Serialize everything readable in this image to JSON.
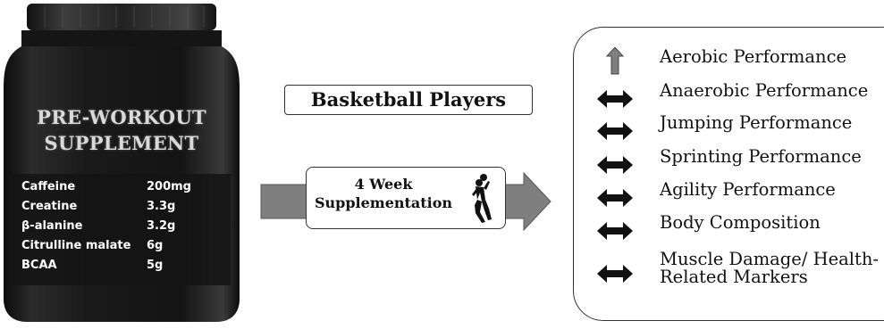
{
  "supplement": {
    "title_line1": "PRE-WORKOUT",
    "title_line2": "SUPPLEMENT",
    "ingredients": [
      {
        "name": "Caffeine",
        "dose": "200mg"
      },
      {
        "name": "Creatine",
        "dose": "3.3g"
      },
      {
        "name": "β-alanine",
        "dose": "3.2g"
      },
      {
        "name": "Citrulline malate",
        "dose": "6g"
      },
      {
        "name": "BCAA",
        "dose": "5g"
      }
    ]
  },
  "population": {
    "label": "Basketball Players"
  },
  "intervention": {
    "line1": "4 Week",
    "line2": "Supplementation",
    "icon": "basketball-player-icon"
  },
  "outcomes": [
    {
      "label": "Aerobic Performance",
      "effect": "increase",
      "icon": "arrow-up-icon"
    },
    {
      "label": "Anaerobic Performance",
      "effect": "no-change",
      "icon": "double-arrow-icon"
    },
    {
      "label": "Jumping Performance",
      "effect": "no-change",
      "icon": "double-arrow-icon"
    },
    {
      "label": "Sprinting Performance",
      "effect": "no-change",
      "icon": "double-arrow-icon"
    },
    {
      "label": "Agility Performance",
      "effect": "no-change",
      "icon": "double-arrow-icon"
    },
    {
      "label": "Body Composition",
      "effect": "no-change",
      "icon": "double-arrow-icon"
    },
    {
      "label_line1": "Muscle Damage/ Health-",
      "label_line2": "Related Markers",
      "effect": "no-change",
      "icon": "double-arrow-icon"
    }
  ],
  "colors": {
    "jar": "#1c1c1c",
    "arrow_fill": "#7f7f7f",
    "icon_dark": "#111111"
  }
}
